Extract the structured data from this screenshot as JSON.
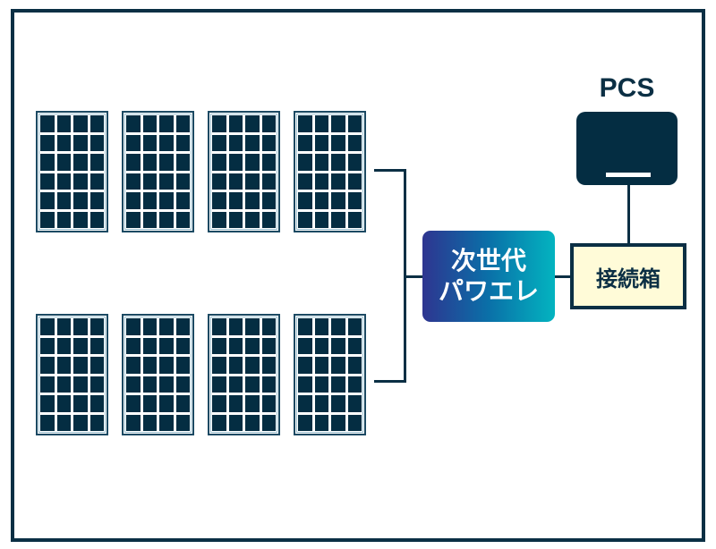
{
  "diagram": {
    "pcs_label": "PCS",
    "next_gen_power_electronics": [
      "次世代",
      "パワエレ"
    ],
    "junction_box_label": "接続箱",
    "solar_panel_rows": 2,
    "solar_panels_per_row": 4
  },
  "colors": {
    "navy": "#0b2f44",
    "gradient_start": "#2e3590",
    "gradient_end": "#03b4c0",
    "junction_fill": "#fffbd8"
  }
}
